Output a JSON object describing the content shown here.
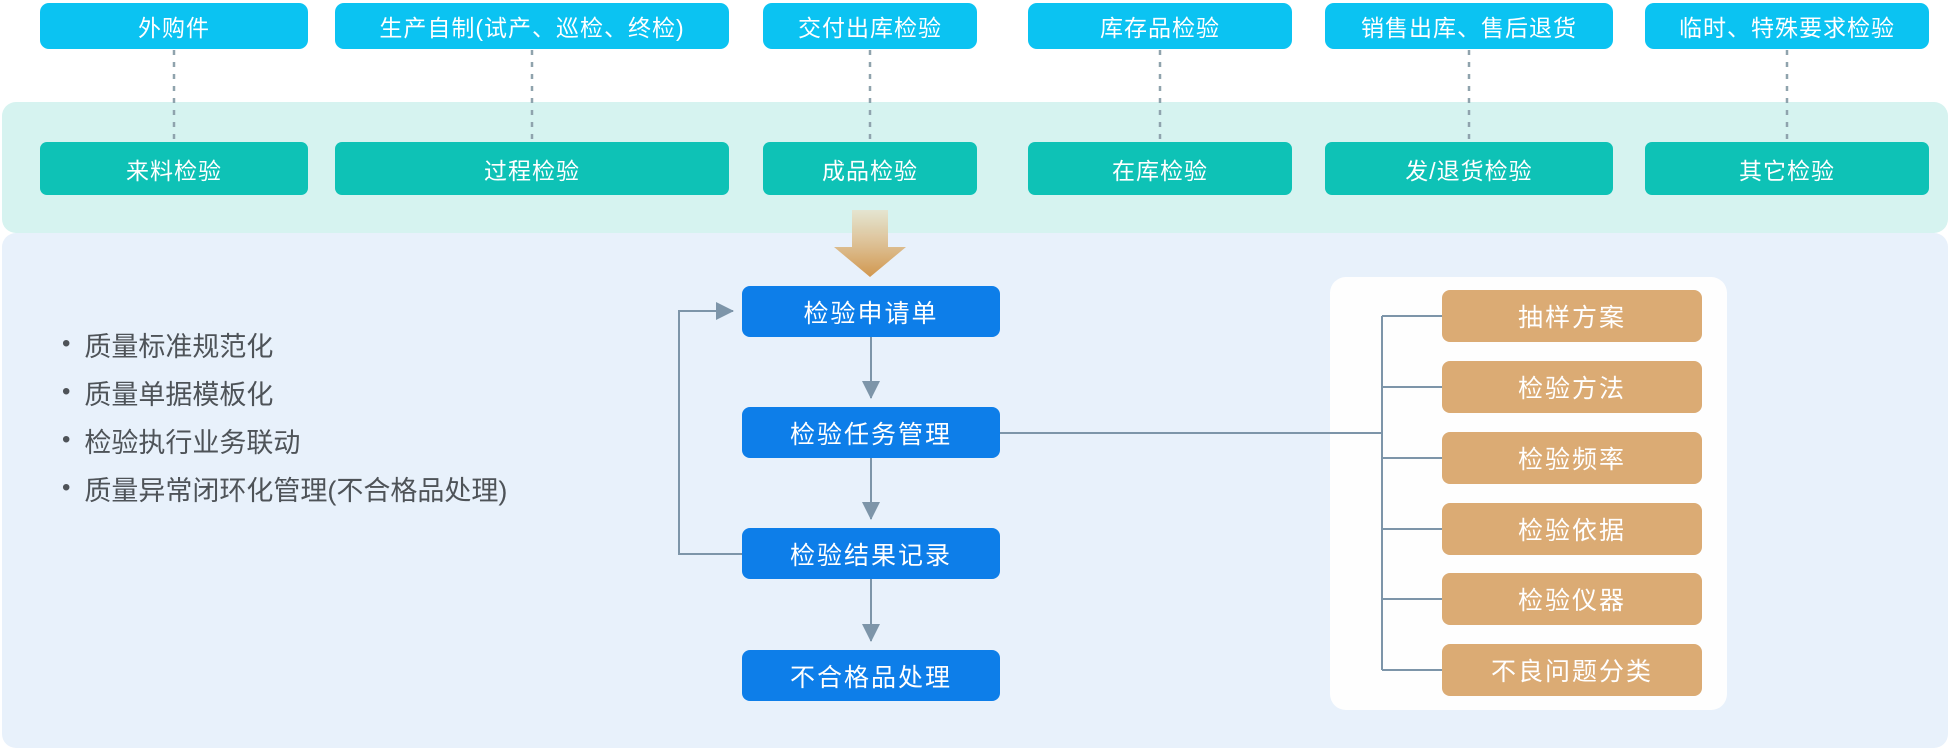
{
  "top_row": {
    "items": [
      {
        "label": "外购件"
      },
      {
        "label": "生产自制(试产、巡检、终检)"
      },
      {
        "label": "交付出库检验"
      },
      {
        "label": "库存品检验"
      },
      {
        "label": "销售出库、售后退货"
      },
      {
        "label": "临时、特殊要求检验"
      }
    ]
  },
  "inspection_row": {
    "items": [
      {
        "label": "来料检验"
      },
      {
        "label": "过程检验"
      },
      {
        "label": "成品检验"
      },
      {
        "label": "在库检验"
      },
      {
        "label": "发/退货检验"
      },
      {
        "label": "其它检验"
      }
    ]
  },
  "features": {
    "bullet": "•",
    "items": [
      "质量标准规范化",
      "质量单据模板化",
      "检验执行业务联动",
      "质量异常闭环化管理(不合格品处理)"
    ]
  },
  "flow": {
    "steps": [
      {
        "label": "检验申请单"
      },
      {
        "label": "检验任务管理"
      },
      {
        "label": "检验结果记录"
      },
      {
        "label": "不合格品处理"
      }
    ]
  },
  "standards_panel": {
    "items": [
      {
        "label": "抽样方案"
      },
      {
        "label": "检验方法"
      },
      {
        "label": "检验频率"
      },
      {
        "label": "检验依据"
      },
      {
        "label": "检验仪器"
      },
      {
        "label": "不良问题分类"
      }
    ]
  },
  "colors": {
    "source_node_cyan": "#0bc3f2",
    "inspection_node_teal": "#0ec2b6",
    "teal_band_bg": "#d6f3f0",
    "main_panel_bg": "#e8f1fb",
    "flow_node_blue": "#0d7ee9",
    "standard_node_tan": "#dbab74",
    "standards_panel_bg": "#fefefe",
    "connector_line": "#7d95a9",
    "dashed_line": "#8fa3ad",
    "funnel_arrow": "#d1974e",
    "feature_text": "#4e5358"
  }
}
